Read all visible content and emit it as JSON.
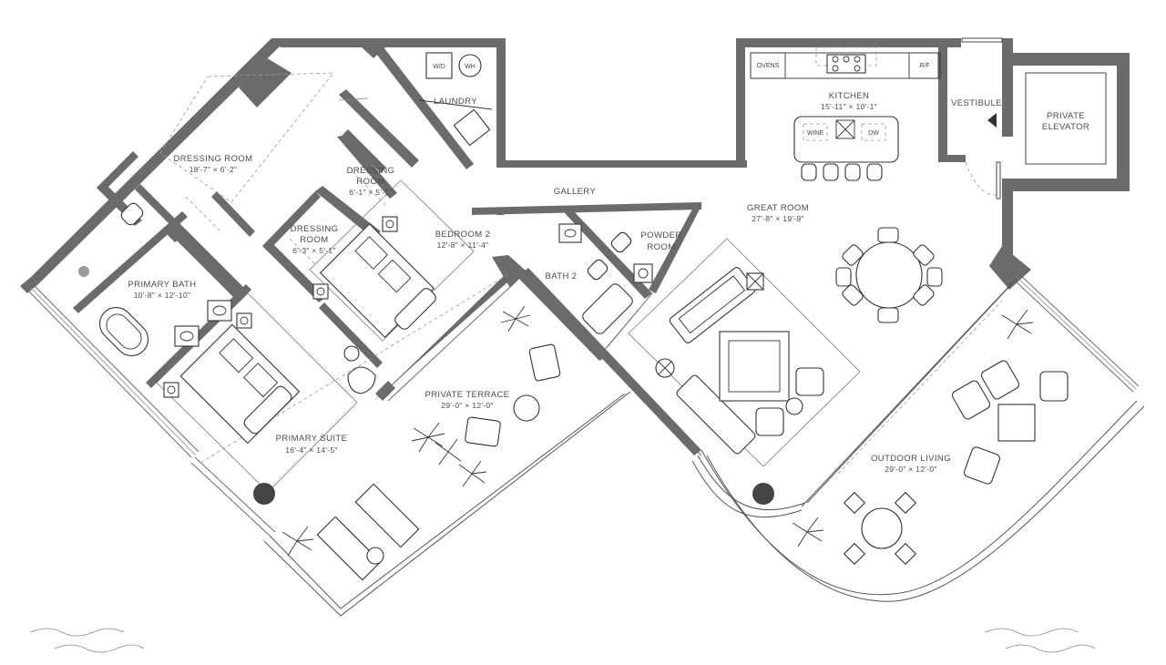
{
  "rooms": {
    "laundry": {
      "name": "LAUNDRY"
    },
    "kitchen": {
      "name": "KITCHEN",
      "dim": "15'-11\" × 10'-1\""
    },
    "vestibule": {
      "name": "VESTIBULE"
    },
    "private_elevator": {
      "line1": "PRIVATE",
      "line2": "ELEVATOR"
    },
    "dressing_main": {
      "name": "DRESSING ROOM",
      "dim": "18'-7\" × 6'-2\""
    },
    "dressing_2": {
      "line1": "DRESSING",
      "line2": "ROOM",
      "dim": "6'-1\" × 5'-1\""
    },
    "dressing_3": {
      "line1": "DRESSING",
      "line2": "ROOM",
      "dim": "6'-3\" × 5'-1\""
    },
    "gallery": {
      "name": "GALLERY"
    },
    "great_room": {
      "name": "GREAT ROOM",
      "dim": "27'-8\" × 19'-9\""
    },
    "bedroom_2": {
      "name": "BEDROOM 2",
      "dim": "12'-8\" × 11'-4\""
    },
    "powder_room": {
      "line1": "POWDER",
      "line2": "ROOM"
    },
    "bath_2": {
      "name": "BATH 2"
    },
    "primary_bath": {
      "name": "PRIMARY BATH",
      "dim": "10'-8\" × 12'-10\""
    },
    "private_terrace": {
      "name": "PRIVATE TERRACE",
      "dim": "29'-0\" × 12'-0\""
    },
    "primary_suite": {
      "name": "PRIMARY SUITE",
      "dim": "16'-4\" × 14'-5\""
    },
    "outdoor_living": {
      "name": "OUTDOOR LIVING",
      "dim": "29'-0\" × 12'-0\""
    }
  },
  "appliances": {
    "washer_dryer": "W/D",
    "water_heater": "WH",
    "ovens": "OVENS",
    "refrigerator": "R/F",
    "wine": "WINE",
    "dishwasher": "DW"
  },
  "colors": {
    "wall": "#6b6b6b",
    "background": "#ffffff",
    "column": "#555555"
  }
}
